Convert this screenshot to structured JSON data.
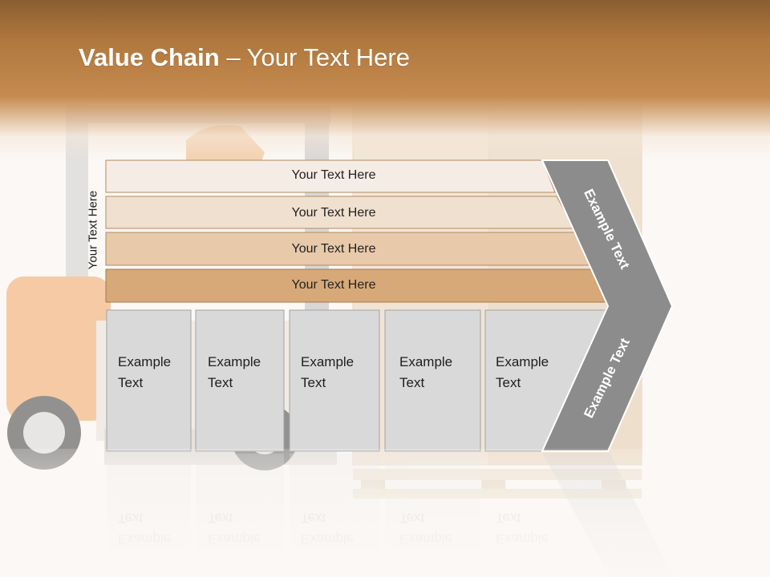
{
  "slide": {
    "title_bold": "Value Chain",
    "title_rest": " – Your Text Here",
    "side_label": "Your Text Here",
    "bars": [
      "Your Text Here",
      "Your Text Here",
      "Your Text Here",
      "Your Text Here"
    ],
    "columns": [
      "Example\nText",
      "Example\nText",
      "Example\nText",
      "Example\nText",
      "Example\nText"
    ],
    "chevron_top": "Example Text",
    "chevron_bottom": "Example Text"
  },
  "colors": {
    "header": "#b0773e",
    "bar1": "#f5ede5",
    "bar2": "#f0e0cf",
    "bar3": "#e8c9aa",
    "bar4": "#d7a978",
    "column": "#d9d9da",
    "chevron": "#8c8c8c",
    "forklift_accent": "#e8873a"
  }
}
